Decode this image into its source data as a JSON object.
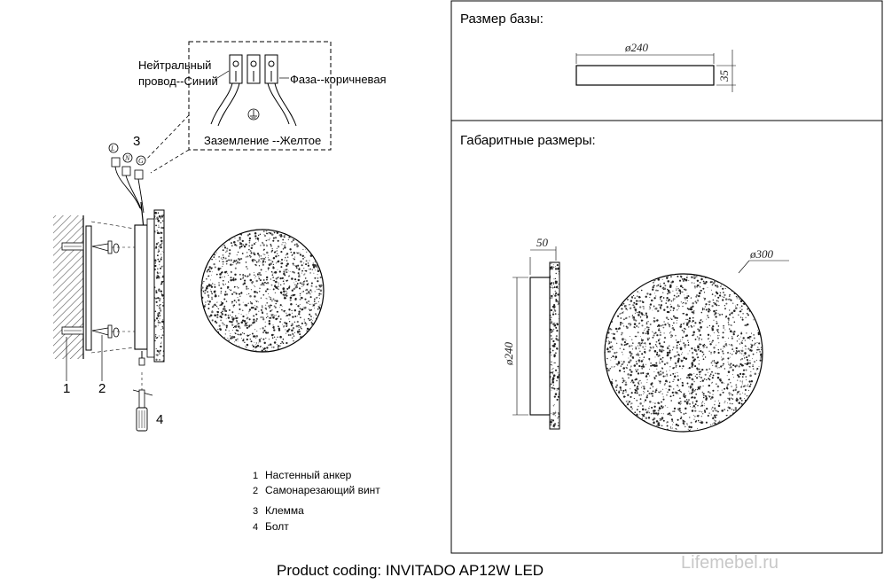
{
  "panels": {
    "base_size_title": "Размер базы:",
    "overall_size_title": "Габаритные размеры:"
  },
  "dimensions": {
    "base_width": "ø240",
    "base_height": "35",
    "depth": "50",
    "outer_diameter": "ø300",
    "base_diameter": "ø240"
  },
  "wiring": {
    "neutral_label_1": "Нейтральный",
    "neutral_label_2": "провод--Синий",
    "phase_label": "Фаза--коричневая",
    "ground_label": "Заземление --Желтое",
    "terminal_L": "L",
    "terminal_N": "N",
    "terminal_G": "G"
  },
  "callouts": [
    "1",
    "2",
    "3",
    "4"
  ],
  "legend": [
    {
      "num": "1",
      "text": "Настенный анкер"
    },
    {
      "num": "2",
      "text": "Самонарезающий винт"
    },
    {
      "num": "3",
      "text": "Клемма"
    },
    {
      "num": "4",
      "text": "Болт"
    }
  ],
  "product_coding": "Product coding: INVITADO AP12W LED",
  "watermark": "Lifemebel.ru"
}
